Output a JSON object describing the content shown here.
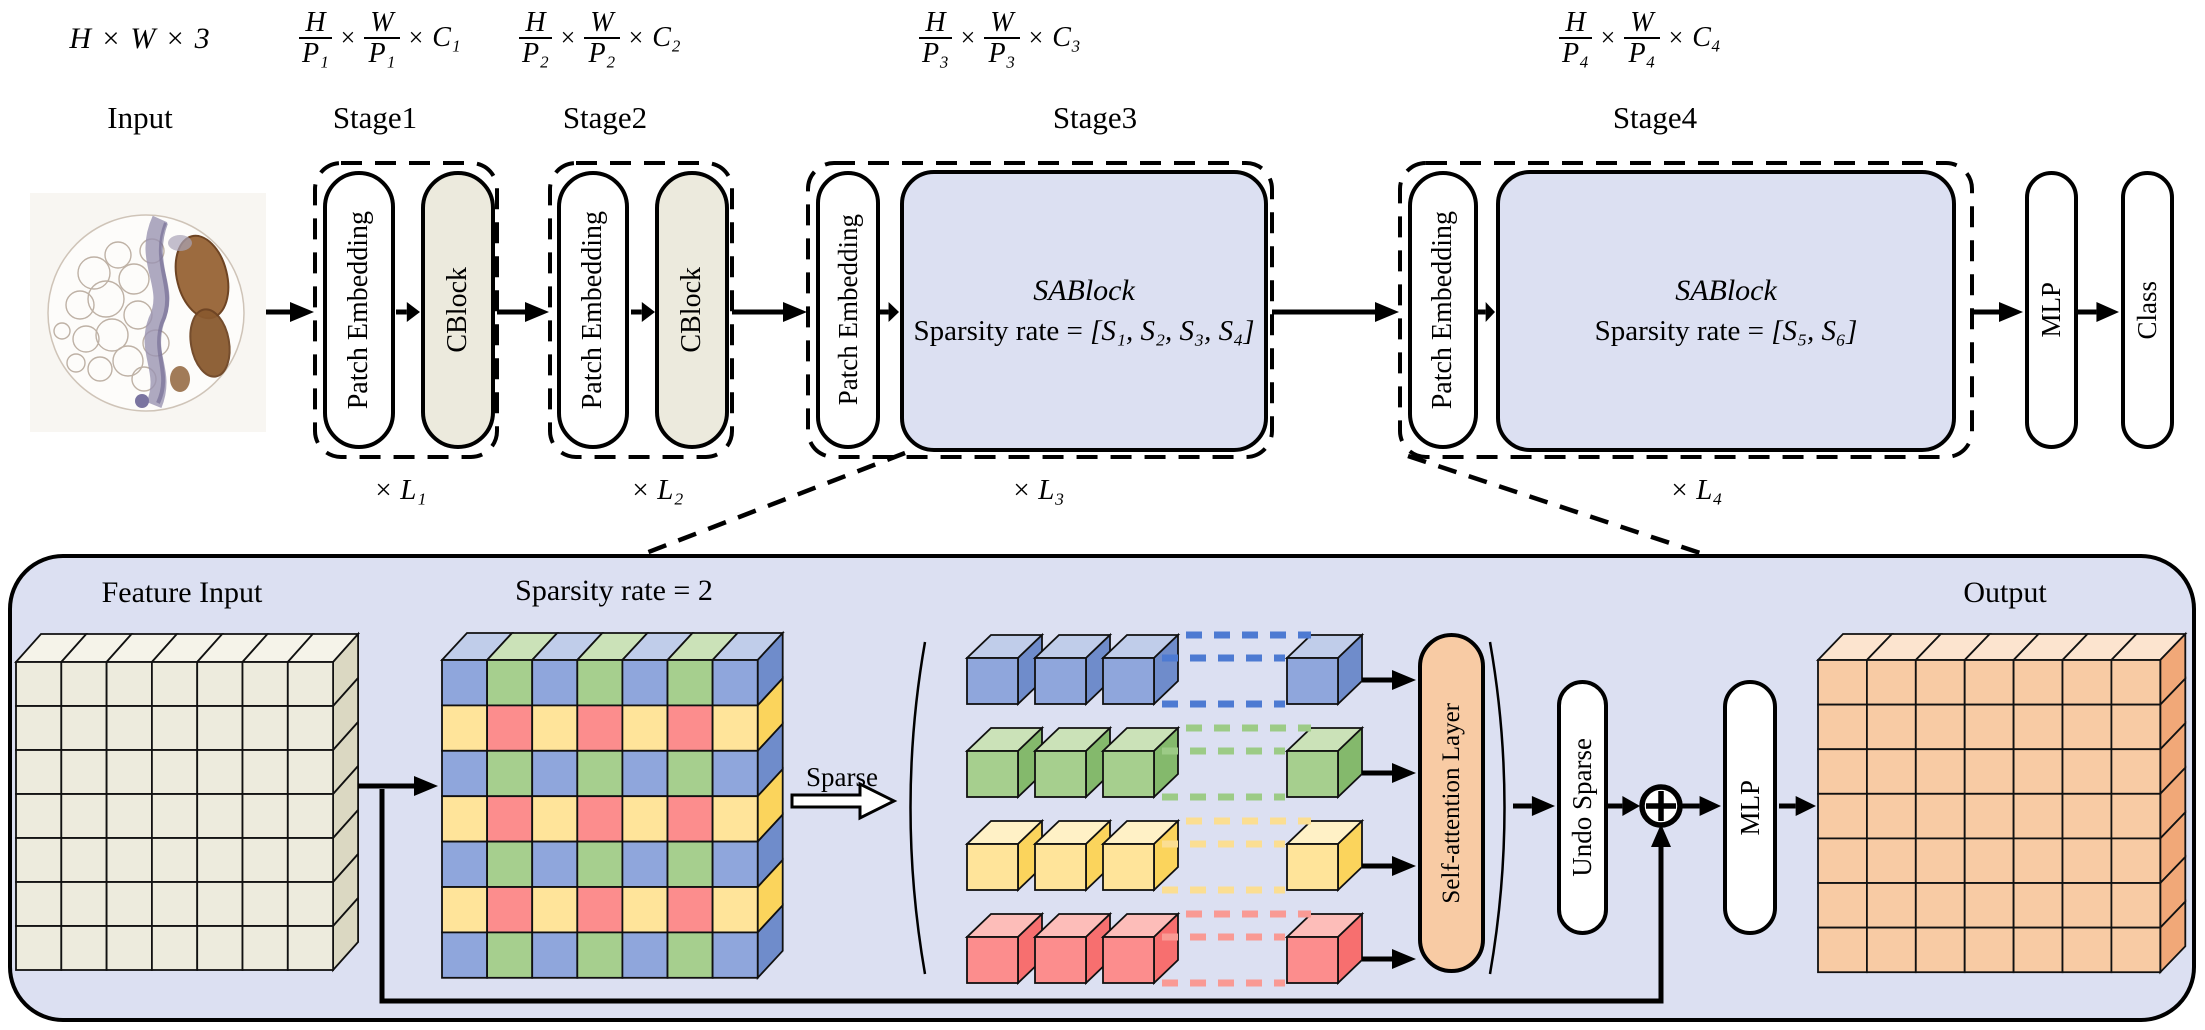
{
  "colors": {
    "panel_bg": "#DCE0F2",
    "sablock_fill": "#DCE0F2",
    "cblock_fill": "#ECEADD",
    "pill_fill": "#FFFFFF",
    "self_attention_fill": "#F8CBA4",
    "line": "#000000",
    "beige": {
      "front": "#EDEBDD",
      "top": "#F5F3E9",
      "side": "#DBD8C2",
      "dash": "#DBD8C2"
    },
    "blue": {
      "front": "#8FA6DC",
      "top": "#C0CDEA",
      "side": "#6F8CCB",
      "dash": "#4D7AD2"
    },
    "green": {
      "front": "#A6CF8E",
      "top": "#CBE2B8",
      "side": "#84B96C",
      "dash": "#9CCB86"
    },
    "yellow": {
      "front": "#FFE49A",
      "top": "#FFF1C6",
      "side": "#FBD45C",
      "dash": "#FBDE92"
    },
    "red": {
      "front": "#FC8D8D",
      "top": "#FDBDB9",
      "side": "#F76F6F",
      "dash": "#F99A94"
    },
    "orange": {
      "front": "#F8CBA4",
      "top": "#FCE4CF",
      "side": "#F1A878",
      "dash": "#F1A878"
    }
  },
  "input": {
    "math": "H × W × 3",
    "label": "Input"
  },
  "stages": [
    {
      "label": "Stage1",
      "frac": {
        "n1": "H",
        "d1": "P₁",
        "n2": "W",
        "d2": "P₁",
        "times": "×",
        "tail": "C₁"
      },
      "pe": "Patch Embedding",
      "cblock": "CBlock",
      "mult": "× L₁"
    },
    {
      "label": "Stage2",
      "frac": {
        "n1": "H",
        "d1": "P₂",
        "n2": "W",
        "d2": "P₂",
        "times": "×",
        "tail": "C₂"
      },
      "pe": "Patch Embedding",
      "cblock": "CBlock",
      "mult": "× L₂"
    },
    {
      "label": "Stage3",
      "frac": {
        "n1": "H",
        "d1": "P₃",
        "n2": "W",
        "d2": "P₃",
        "times": "×",
        "tail": "C₃"
      },
      "pe": "Patch Embedding",
      "sab_title": "SABlock",
      "sab_prefix": "Sparsity rate = ",
      "sab_values": "[S₁, S₂, S₃, S₄]",
      "mult": "× L₃"
    },
    {
      "label": "Stage4",
      "frac": {
        "n1": "H",
        "d1": "P₄",
        "n2": "W",
        "d2": "P₄",
        "times": "×",
        "tail": "C₄"
      },
      "pe": "Patch Embedding",
      "sab_title": "SABlock",
      "sab_prefix": "Sparsity rate = ",
      "sab_values": "[S₅, S₆]",
      "mult": "× L₄"
    }
  ],
  "head": {
    "mlp": "MLP",
    "cls": "Class"
  },
  "panel": {
    "feature_input": "Feature Input",
    "sparsity": "Sparsity rate = 2",
    "sparse": "Sparse",
    "self_attention": "Self-attention Layer",
    "undo_sparse": "Undo Sparse",
    "mlp": "MLP",
    "output": "Output",
    "sum_symbol": "⊕"
  },
  "figure": {
    "feature_grid": {
      "rows": 7,
      "cols": 7,
      "color": "beige"
    },
    "sparsity_grid": {
      "rows": 7,
      "cols": 7,
      "pattern": [
        [
          "blue",
          "green"
        ],
        [
          "yellow",
          "red"
        ]
      ]
    },
    "output_grid": {
      "rows": 7,
      "cols": 7,
      "color": "orange"
    },
    "token_rows": [
      "blue",
      "green",
      "yellow",
      "red"
    ],
    "cubes_per_row": 4
  }
}
